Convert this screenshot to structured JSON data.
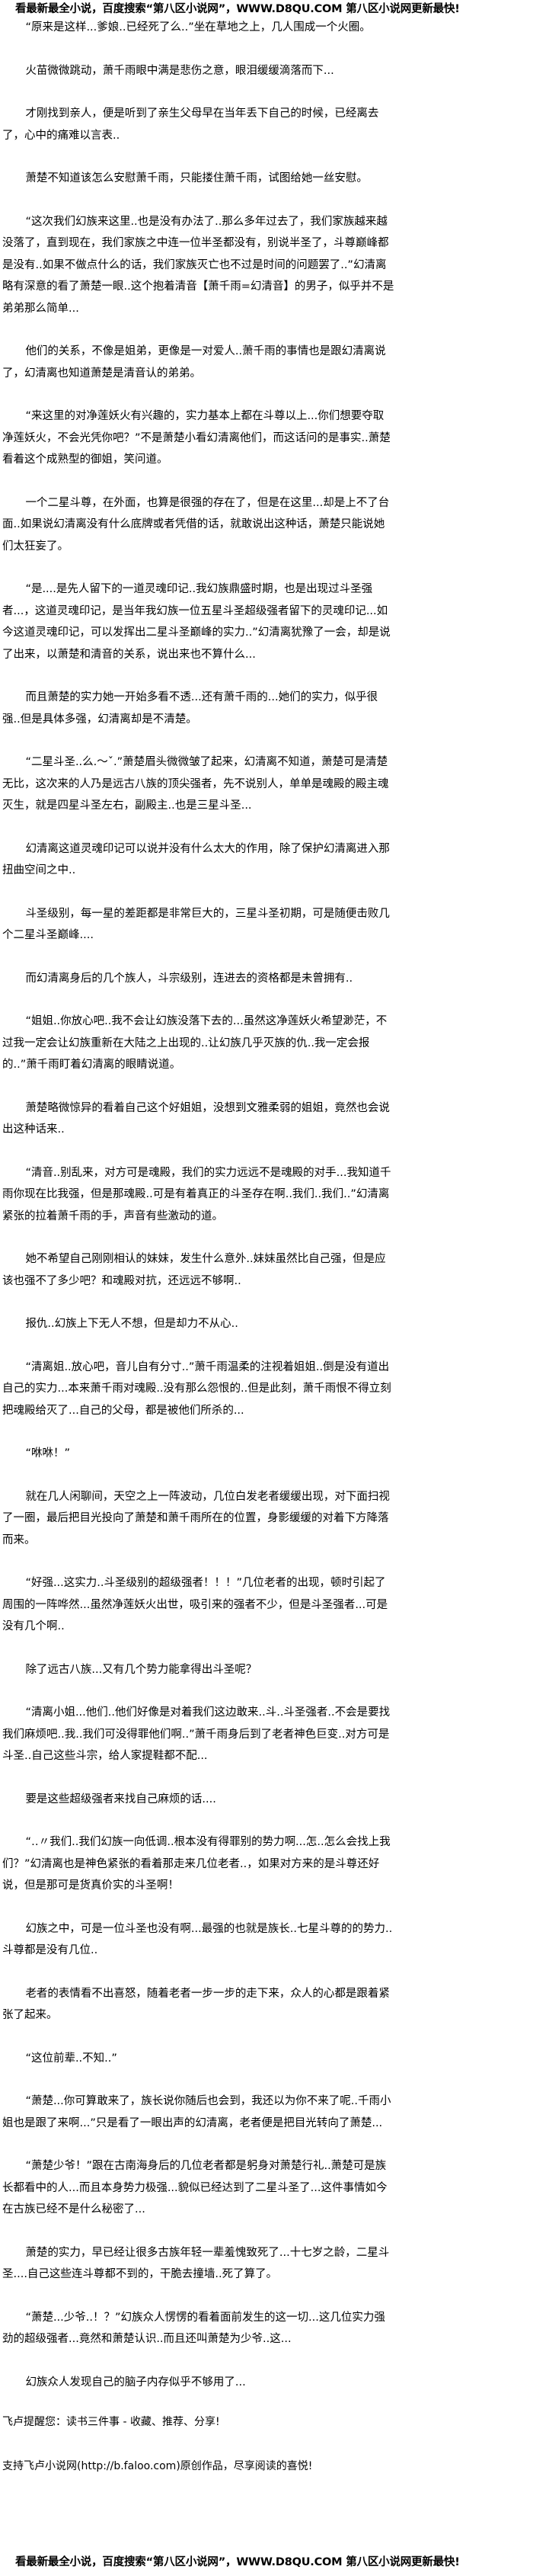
{
  "banner": {
    "top": "看最新最全小说，百度搜索“第八区小说网”，WWW.D8QU.COM 第八区小说网更新最快!",
    "bottom": "看最新最全小说，百度搜索“第八区小说网”，WWW.D8QU.COM 第八区小说网更新最快!"
  },
  "paragraphs": [
    "“原来是这样...爹娘..已经死了么..”坐在草地之上，几人围成一个火圈。",
    "火苗微微跳动，萧千雨眼中满是悲伤之意，眼泪缓缓滴落而下...",
    "才刚找到亲人，便是听到了亲生父母早在当年丢下自己的时候，已经离去了，心中的痛难以言表..",
    "萧楚不知道该怎么安慰萧千雨，只能搂住萧千雨，试图给她一丝安慰。",
    "“这次我们幻族来这里..也是没有办法了..那么多年过去了，我们家族越来越没落了，直到现在，我们家族之中连一位半圣都没有，别说半圣了，斗尊巅峰都是没有..如果不做点什么的话，我们家族灭亡也不过是时间的问题罢了..”幻清离略有深意的看了萧楚一眼..这个抱着清音【萧千雨=幻清音】的男子，似乎并不是弟弟那么简单...",
    "他们的关系，不像是姐弟，更像是一对爱人..萧千雨的事情也是跟幻清离说了，幻清离也知道萧楚是清音认的弟弟。",
    "“来这里的对净莲妖火有兴趣的，实力基本上都在斗尊以上...你们想要夺取净莲妖火，不会光凭你吧？”不是萧楚小看幻清离他们，而这话问的是事实..萧楚看着这个成熟型的御姐，笑问道。",
    "一个二星斗尊，在外面，也算是很强的存在了，但是在这里...却是上不了台面..如果说幻清离没有什么底牌或者凭借的话，就敢说出这种话，萧楚只能说她们太狂妄了。",
    "“是....是先人留下的一道灵魂印记..我幻族鼎盛时期，也是出现过斗圣强者...，这道灵魂印记，是当年我幻族一位五星斗圣超级强者留下的灵魂印记...如今这道灵魂印记，可以发挥出二星斗圣巅峰的实力..”幻清离犹豫了一会，却是说了出来，以萧楚和清音的关系，说出来也不算什么...",
    "而且萧楚的实力她一开始多看不透...还有萧千雨的...她们的实力，似乎很强..但是具体多强，幻清离却是不清楚。",
    "“二星斗圣..么.～ˇ.”萧楚眉头微微皱了起来，幻清离不知道，萧楚可是清楚无比，这次来的人乃是远古八族的顶尖强者，先不说别人，单单是魂殿的殿主魂灭生，就是四星斗圣左右，副殿主..也是三星斗圣...",
    "幻清离这道灵魂印记可以说并没有什么太大的作用，除了保护幻清离进入那扭曲空间之中..",
    "斗圣级别，每一星的差距都是非常巨大的，三星斗圣初期，可是随便击败几个二星斗圣巅峰....",
    "而幻清离身后的几个族人，斗宗级别，连进去的资格都是未曾拥有..",
    "“姐姐..你放心吧..我不会让幻族没落下去的...虽然这净莲妖火希望渺茫，不过我一定会让幻族重新在大陆之上出现的..让幻族几乎灭族的仇..我一定会报的..”萧千雨盯着幻清离的眼睛说道。",
    "萧楚略微惊异的看着自己这个好姐姐，没想到文雅柔弱的姐姐，竟然也会说出这种话来..",
    "“清音..别乱来，对方可是魂殿，我们的实力远远不是魂殿的对手...我知道千雨你现在比我强，但是那魂殿..可是有着真正的斗圣存在啊..我们..我们..”幻清离紧张的拉着萧千雨的手，声音有些激动的道。",
    "她不希望自己刚刚相认的妹妹，发生什么意外..妹妹虽然比自己强，但是应该也强不了多少吧？和魂殿对抗，还远远不够啊..",
    "报仇..幻族上下无人不想，但是却力不从心..",
    "“清离姐..放心吧，音儿自有分寸..”萧千雨温柔的注视着姐姐..倒是没有道出自己的实力...本来萧千雨对魂殿..没有那么怨恨的..但是此刻，萧千雨恨不得立刻把魂殿给灭了...自己的父母，都是被他们所杀的...",
    "“咻咻！”",
    "就在几人闲聊间，天空之上一阵波动，几位白发老者缓缓出现，对下面扫视了一圈，最后把目光投向了萧楚和萧千雨所在的位置，身影缓缓的对着下方降落而来。",
    "“好强...这实力..斗圣级别的超级强者！！！”几位老者的出现，顿时引起了周围的一阵哗然...虽然净莲妖火出世，吸引来的强者不少，但是斗圣强者...可是没有几个啊..",
    "除了远古八族...又有几个势力能拿得出斗圣呢？",
    "“清离小姐...他们..他们好像是对着我们这边敢来..斗..斗圣强者..不会是要找我们麻烦吧..我..我们可没得罪他们啊..”萧千雨身后到了老者神色巨变..对方可是斗圣..自己这些斗宗，给人家提鞋都不配...",
    "要是这些超级强者来找自己麻烦的话....",
    "“‥〃我们..我们幻族一向低调..根本没有得罪别的势力啊...怎..怎么会找上我们？”幻清离也是神色紧张的看着那走来几位老者..，如果对方来的是斗尊还好说，但是那可是货真价实的斗圣啊！",
    "幻族之中，可是一位斗圣也没有啊...最强的也就是族长..七星斗尊的的势力..斗尊都是没有几位..",
    "老者的表情看不出喜怒，随着老者一步一步的走下来，众人的心都是跟着紧张了起来。",
    "“这位前辈..不知..”",
    "“萧楚...你可算敢来了，族长说你随后也会到，我还以为你不来了呢..千雨小姐也是跟了来啊...”只是看了一眼出声的幻清离，老者便是把目光转向了萧楚...",
    "“萧楚少爷！”跟在古南海身后的几位老者都是躬身对萧楚行礼..萧楚可是族长都看中的人...而且本身势力极强...貌似已经达到了二星斗圣了...这件事情如今在古族已经不是什么秘密了...",
    "萧楚的实力，早已经让很多古族年轻一辈羞愧致死了...十七岁之龄，二星斗圣....自己这些连斗尊都不到的，干脆去撞墙..死了算了。",
    "“萧楚...少爷..！？”幻族众人愣愣的看着面前发生的这一切...这几位实力强劲的超级强者...竟然和萧楚认识..而且还叫萧楚为少爷..这...",
    "幻族众人发现自己的脑子内存似乎不够用了..."
  ],
  "notes": {
    "reminder": "飞卢提醒您：读书三件事 - 收藏、推荐、分享!",
    "support": "支持飞卢小说网(http://b.faloo.com)原创作品，尽享阅读的喜悦!"
  }
}
